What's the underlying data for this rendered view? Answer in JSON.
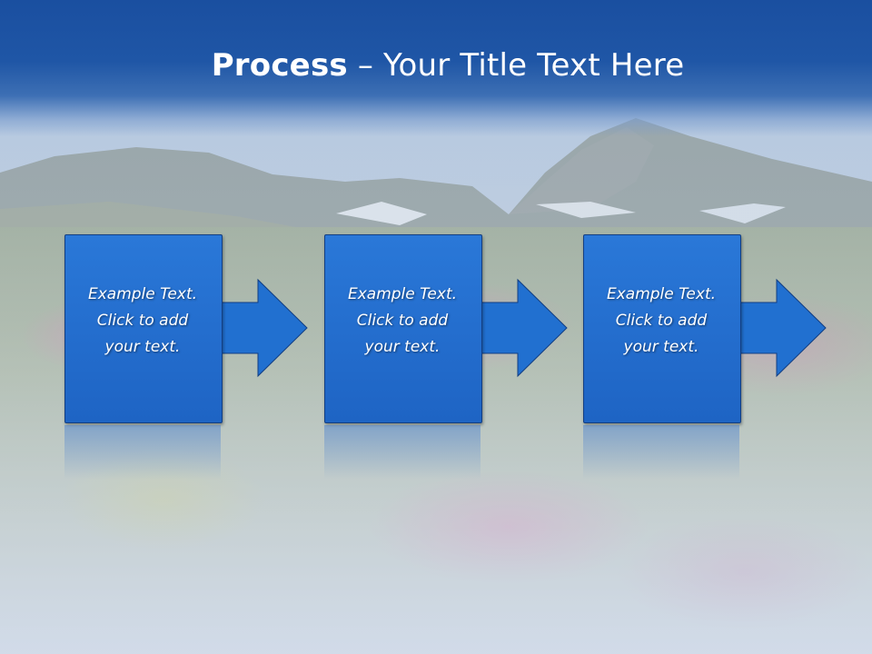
{
  "title": {
    "bold": "Process",
    "rest": " – Your Title Text Here"
  },
  "steps": [
    {
      "line1": "Example Text.",
      "line2": "Click  to add",
      "line3": "your text."
    },
    {
      "line1": "Example Text.",
      "line2": "Click  to add",
      "line3": "your text."
    },
    {
      "line1": "Example Text.",
      "line2": "Click  to add",
      "line3": "your text."
    }
  ],
  "colors": {
    "title_bar": "#1a4fa0",
    "box": "#2170d0",
    "text": "#ffffff"
  },
  "icons": [
    "right-arrow-icon"
  ]
}
